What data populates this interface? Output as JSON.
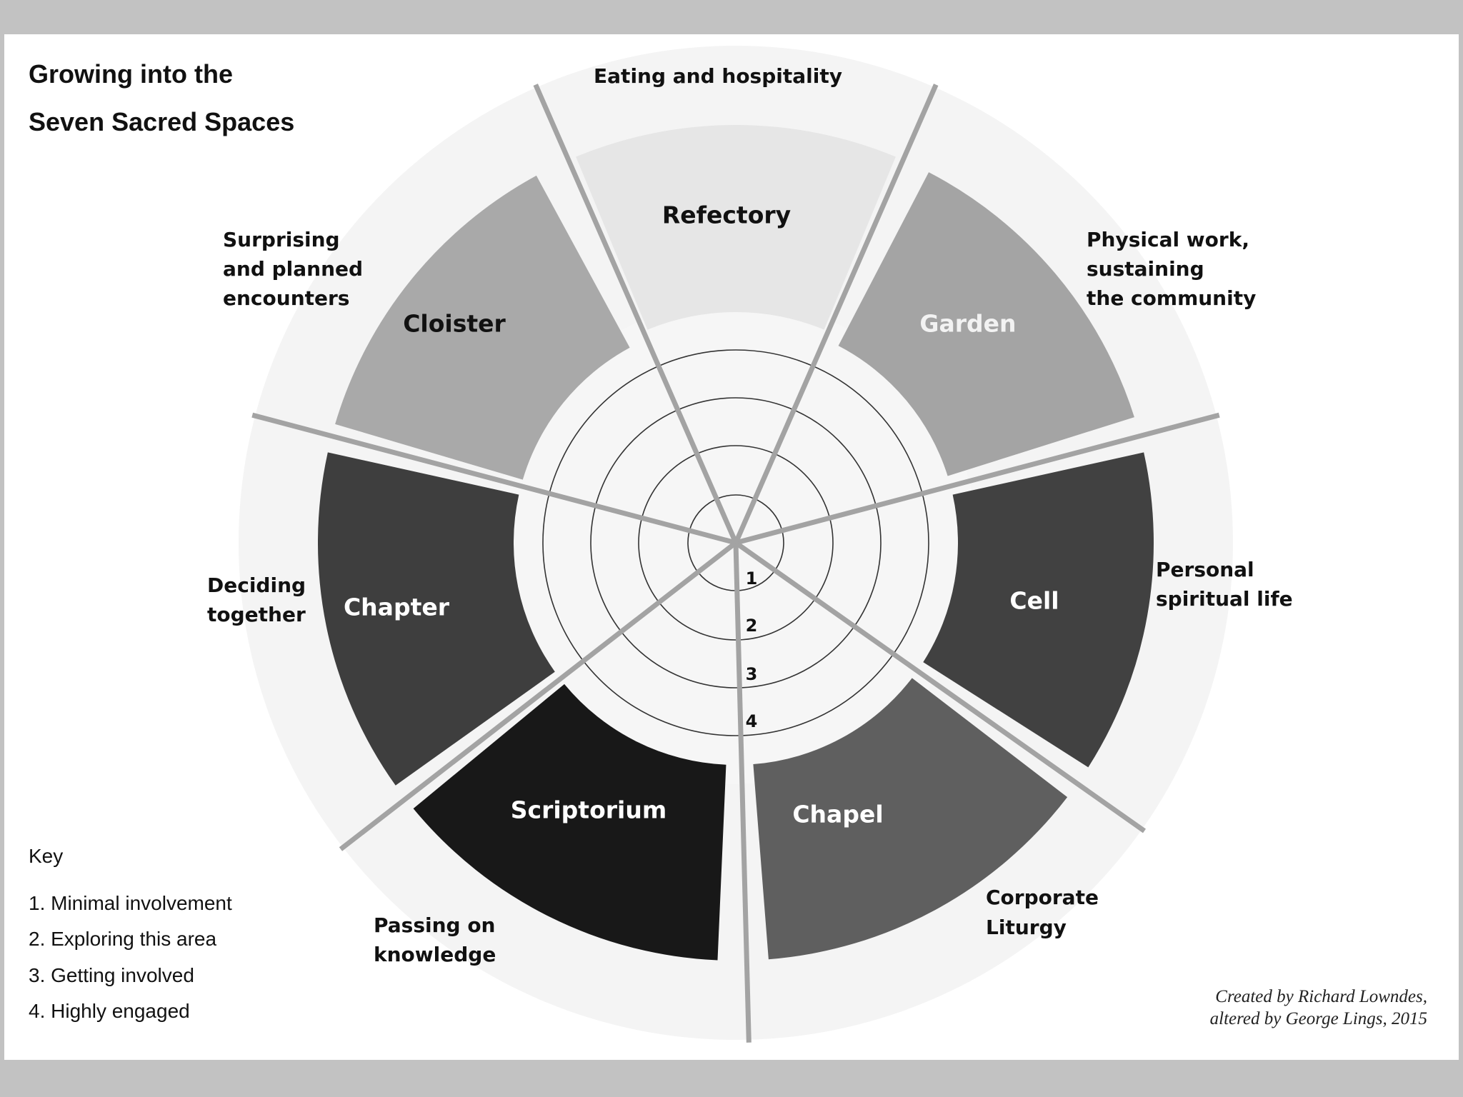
{
  "title": {
    "line1": "Growing into the",
    "line2": "Seven Sacred Spaces"
  },
  "segments": [
    {
      "label": "Refectory",
      "description": [
        "Eating and hospitality"
      ],
      "fill": "#e6e6e6",
      "text_color": "#111111"
    },
    {
      "label": "Garden",
      "description": [
        "Physical work,",
        "sustaining",
        "the community"
      ],
      "fill": "#a4a4a4",
      "text_color": "#f2f2f2"
    },
    {
      "label": "Cell",
      "description": [
        "Personal",
        "spiritual life"
      ],
      "fill": "#414141",
      "text_color": "#ffffff"
    },
    {
      "label": "Chapel",
      "description": [
        "Corporate",
        "Liturgy"
      ],
      "fill": "#5f5f5f",
      "text_color": "#ffffff"
    },
    {
      "label": "Scriptorium",
      "description": [
        "Passing on",
        "knowledge"
      ],
      "fill": "#181818",
      "text_color": "#ffffff"
    },
    {
      "label": "Chapter",
      "description": [
        "Deciding",
        "together"
      ],
      "fill": "#3e3e3e",
      "text_color": "#ffffff"
    },
    {
      "label": "Cloister",
      "description": [
        "Surprising",
        "and planned",
        "encounters"
      ],
      "fill": "#a9a9a9",
      "text_color": "#111111"
    }
  ],
  "rings": [
    "1",
    "2",
    "3",
    "4"
  ],
  "key": {
    "heading": "Key",
    "items": [
      "1.  Minimal involvement",
      "2.  Exploring this area",
      "3.  Getting involved",
      "4.  Highly engaged"
    ]
  },
  "credit": {
    "line1": "Created by Richard Lowndes,",
    "line2": "altered by George Lings, 2015"
  },
  "colors": {
    "background_band": "#c2c2c2",
    "panel": "#ffffff",
    "outer_disc": "#f4f4f4",
    "spoke": "#a3a3a3",
    "ring_line": "#333333",
    "text": "#111111"
  }
}
